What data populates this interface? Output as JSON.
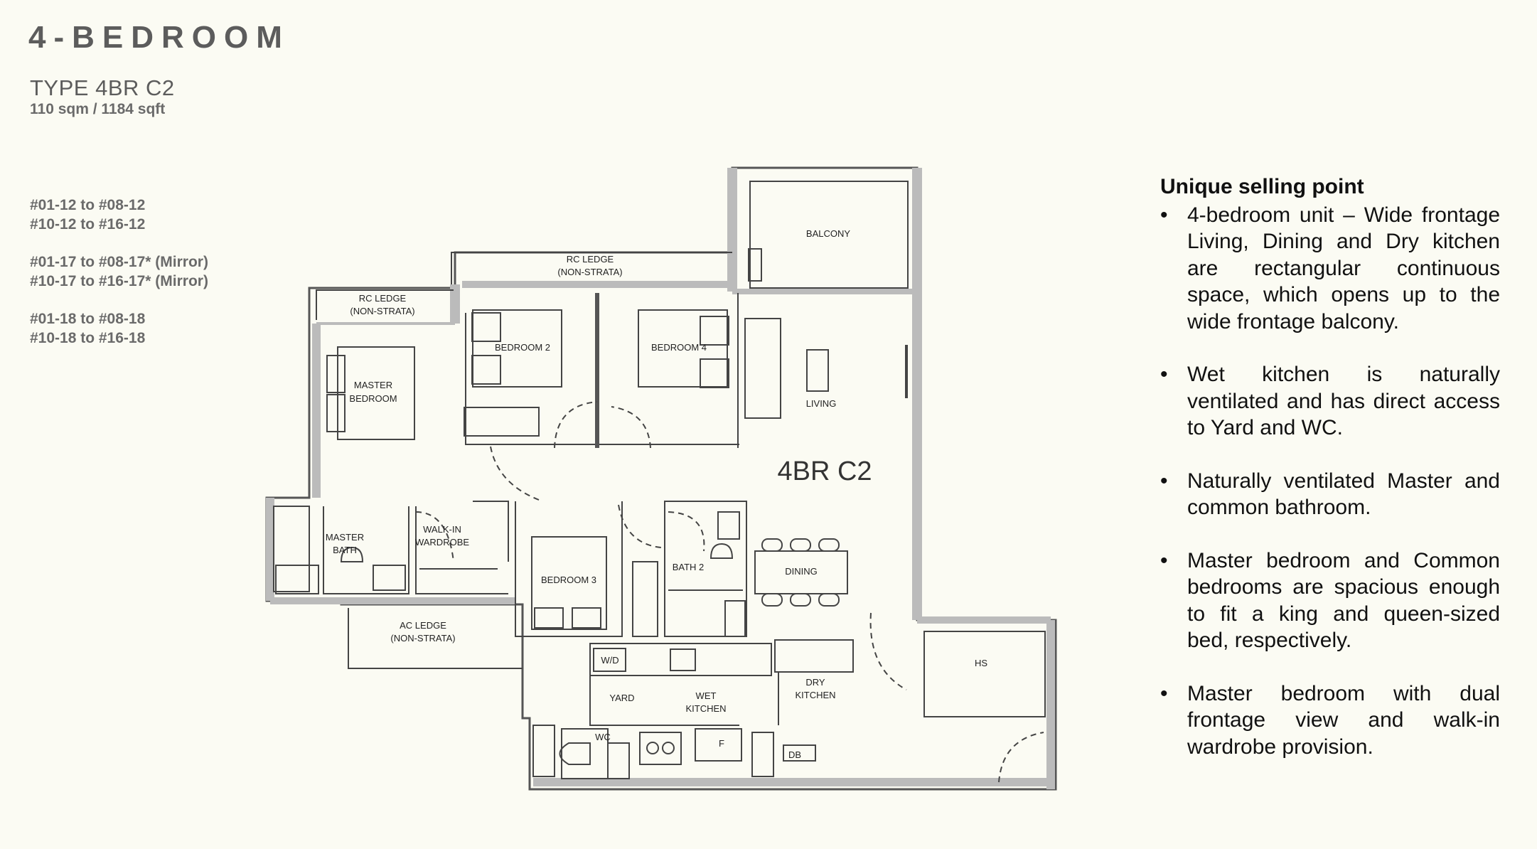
{
  "header": {
    "title": "4-BEDROOM",
    "type": "TYPE 4BR C2",
    "size": "110 sqm / 1184 sqft"
  },
  "units": [
    [
      "#01-12 to #08-12",
      "#10-12 to #16-12"
    ],
    [
      "#01-17 to #08-17* (Mirror)",
      "#10-17 to #16-17* (Mirror)"
    ],
    [
      "#01-18 to #08-18",
      "#10-18 to #16-18"
    ]
  ],
  "plan": {
    "type_label": "4BR C2",
    "rooms": {
      "balcony": "BALCONY",
      "rc_ledge_1": "RC LEDGE",
      "rc_ledge_1_sub": "(NON-STRATA)",
      "rc_ledge_2": "RC LEDGE",
      "rc_ledge_2_sub": "(NON-STRATA)",
      "master_bedroom_1": "MASTER",
      "master_bedroom_2": "BEDROOM",
      "bedroom_2": "BEDROOM 2",
      "bedroom_4": "BEDROOM 4",
      "living": "LIVING",
      "master_bath_1": "MASTER",
      "master_bath_2": "BATH",
      "walk_in_1": "WALK-IN",
      "walk_in_2": "WARDROBE",
      "bedroom_3": "BEDROOM 3",
      "bath_2": "BATH 2",
      "dining": "DINING",
      "ac_ledge": "AC LEDGE",
      "ac_ledge_sub": "(NON-STRATA)",
      "wd": "W/D",
      "yard": "YARD",
      "wet_kitchen_1": "WET",
      "wet_kitchen_2": "KITCHEN",
      "dry_kitchen_1": "DRY",
      "dry_kitchen_2": "KITCHEN",
      "hs": "HS",
      "wc": "WC",
      "db": "DB",
      "fridge": "F"
    }
  },
  "usp": {
    "heading": "Unique selling point",
    "points": [
      "4-bedroom unit – Wide frontage Living, Dining and Dry kitchen are rectangular continuous space, which opens up to the wide frontage balcony.",
      "Wet kitchen is naturally ventilated and has direct access to Yard and WC.",
      "Naturally ventilated Master and common bathroom.",
      "Master bedroom and Common bedrooms are spacious enough to fit a king and queen-sized bed, respectively.",
      "Master bedroom with dual frontage view and walk-in wardrobe provision."
    ]
  }
}
